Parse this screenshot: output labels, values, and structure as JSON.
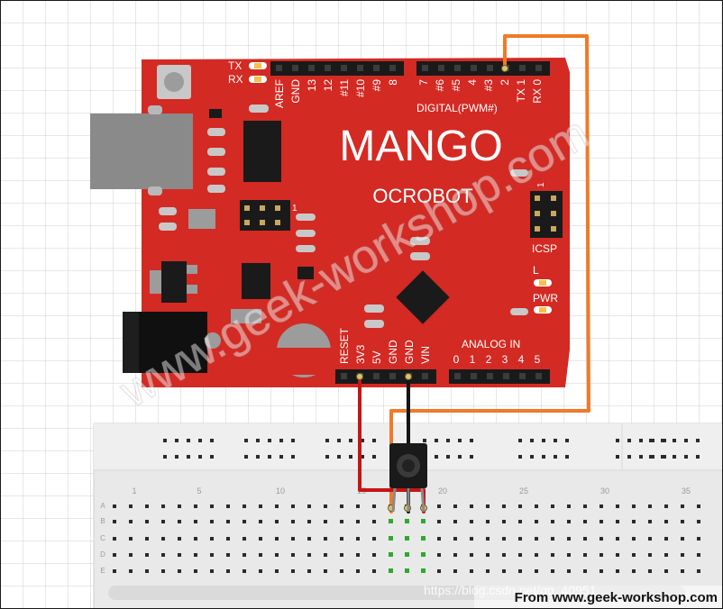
{
  "board": {
    "title": "MANGO",
    "subtitle": "OCROBOT",
    "tx_label": "TX",
    "rx_label": "RX",
    "icsp_label": "ICSP",
    "l_label": "L",
    "pwr_label": "PWR",
    "icsp_pin1": "1",
    "header_pin1": "1",
    "digital_label": "DIGITAL(PWM#)",
    "analog_label": "ANALOG IN",
    "top_pins_left": [
      "AREF",
      "GND",
      "13",
      "12",
      "#11",
      "#10",
      "#9",
      "8"
    ],
    "top_pins_right": [
      "7",
      "#6",
      "#5",
      "4",
      "#3",
      "2",
      "TX 1",
      "RX 0"
    ],
    "power_pins": [
      "RESET",
      "3V3",
      "5V",
      "GND",
      "GND",
      "VIN"
    ],
    "analog_pins": [
      "0",
      "1",
      "2",
      "3",
      "4",
      "5"
    ]
  },
  "breadboard": {
    "column_numbers": [
      "1",
      "5",
      "10",
      "15",
      "20",
      "25",
      "30",
      "35"
    ],
    "row_letters": [
      "A",
      "B",
      "C",
      "D",
      "E"
    ]
  },
  "watermark": "www.geek-workshop.com",
  "url_overlay": "https://blog.csdn.net/qq_40951",
  "credit": "From www.geek-workshop.com",
  "colors": {
    "board_red": "#d32a23",
    "wire_red": "#c81414",
    "wire_black": "#141414",
    "wire_orange": "#f07a28",
    "grid": "#cfcfcf"
  }
}
